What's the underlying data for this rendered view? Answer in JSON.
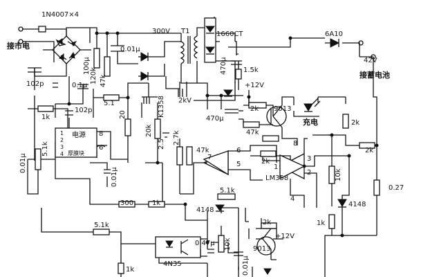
{
  "labels": {
    "bridge": "1N4007×4",
    "mains": "接市电",
    "c_102p_a": "102p",
    "c_102p_b": "102p",
    "c_100u": "100μ",
    "r_120k": "120k",
    "r_47k_a": "47k",
    "c_001u_top": "0.01μ",
    "v300": "300V",
    "t1": "T1",
    "scr": "1660CT",
    "d_6a10": "6A10",
    "v42": "42V",
    "battery": "接蓄电池",
    "r_1_5k": "1.5k",
    "c_470u_a": "470μ",
    "c_01u": "0.1μ",
    "r_5_1": "5.1",
    "r_20": "20",
    "k1358": "K1358",
    "r_20k": "20k",
    "r_2_5": "2.5",
    "c_2kv": "2kV",
    "v12_a": "+12V",
    "r_2k_a": "2k",
    "q9013_a": "9013",
    "charge": "充电",
    "c_470u_b": "470μ",
    "r_47k_b": "47k",
    "r_2k_b": "2k",
    "r_1k_a": "1k",
    "ic_power": "电源",
    "ic_module": "厚膜块",
    "pin8": "8",
    "pin6": "6",
    "c_001u_left": "0.01μ",
    "r_5_1k_a": "5.1k",
    "c_001u_mid": "0.01μ",
    "r_2_7k": "2.7k",
    "r_47k_c": "47k",
    "op7": "7",
    "op6": "6",
    "op5": "5",
    "lm358": "LM358",
    "op8": "8",
    "op3": "3",
    "op1": "1",
    "op2": "2",
    "op4": "4",
    "r_2k_c": "2k",
    "r_2k_d": "2k",
    "r_10k_a": "10k",
    "r_0_27": "0.27",
    "d_4148_a": "4148",
    "r_1k_b": "1k",
    "r_300": "300",
    "r_1k_c": "1k",
    "r_5_1k_b": "5.1k",
    "d_4148_b": "4148",
    "r_5_1k_c": "5.1k",
    "oc_4n35": "4N35",
    "c_047u": "0.47μ",
    "r_10k_b": "10k",
    "r_2k_e": "2k",
    "v12_b": "+12V",
    "q9013_b": "9013",
    "c_001u_bot": "0.01μ",
    "r_1k_d": "1k"
  }
}
